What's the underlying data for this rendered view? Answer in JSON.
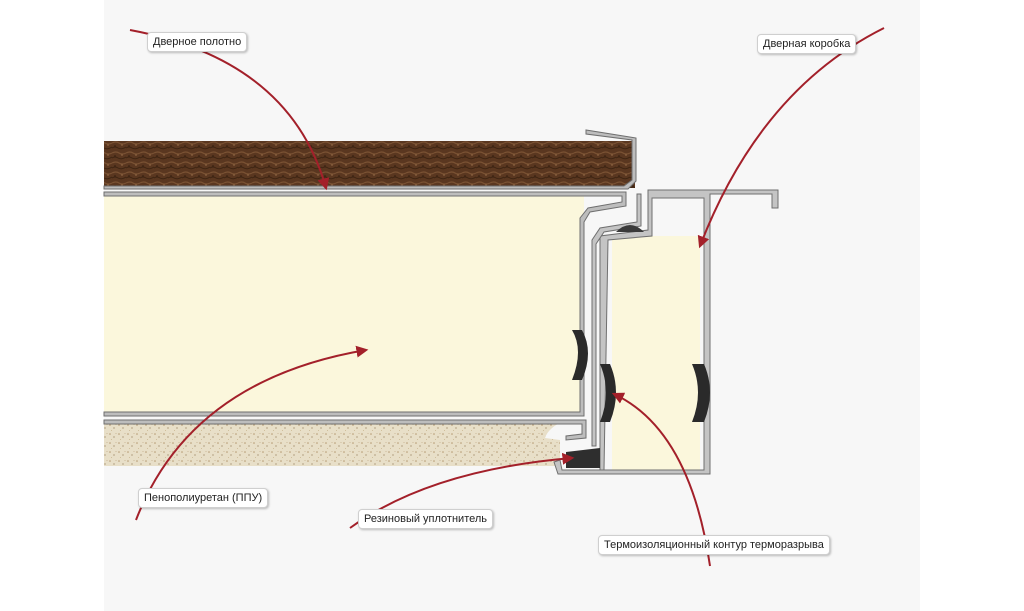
{
  "labels": {
    "door_leaf": "Дверное полотно",
    "door_frame": "Дверная коробка",
    "foam": "Пенополиуретан (ППУ)",
    "rubber_seal": "Резиновый уплотнитель",
    "thermal_break": "Термоизоляционный контур терморазрыва"
  },
  "colors": {
    "arrow": "#a3202a",
    "foam_fill": "#fbf7dc",
    "wood_top": "#5a3720",
    "chipboard": "#e6dcc4",
    "steel": "#8c8c8c",
    "rubber": "#333333",
    "background": "#f7f7f7"
  }
}
